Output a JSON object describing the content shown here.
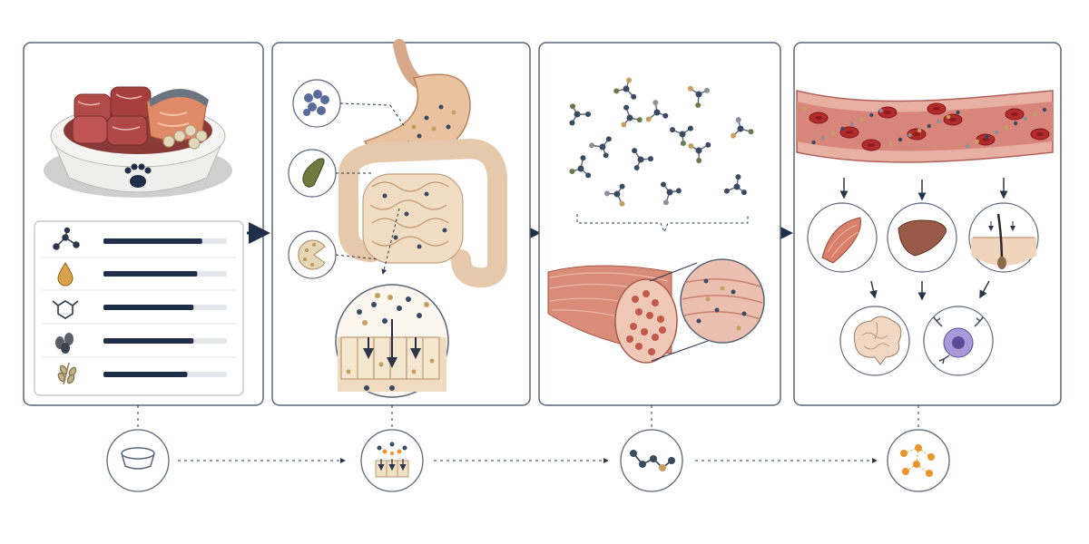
{
  "colors": {
    "navy": "#1f2f4a",
    "panel_border": "#5a6478",
    "meat": "#b34a4a",
    "salmon": "#e08a68",
    "gut": "#ecd2b8",
    "muscle": "#c97968",
    "vessel": "#c9524f",
    "rbc": "#b52a2a",
    "molecule_dark": "#3a4a60",
    "orange": "#e8962b",
    "amber": "#d9a24a"
  },
  "panels": [
    {
      "id": "diet",
      "nutrient_levels": [
        0.8,
        0.76,
        0.73,
        0.73,
        0.68
      ]
    },
    {
      "id": "digestion"
    },
    {
      "id": "absorption"
    },
    {
      "id": "distribution"
    }
  ],
  "icons": {
    "nutrients": [
      "amino-acid-icon",
      "oil-drop-icon",
      "ring-molecule-icon",
      "seeds-icon",
      "grain-icon"
    ],
    "digestion_organs": [
      "pancreas-icon",
      "gallbladder-icon",
      "enzyme-icon"
    ],
    "targets_top": [
      "muscle-icon",
      "liver-icon",
      "skin-hair-icon"
    ],
    "targets_bottom": [
      "brain-icon",
      "immune-cell-icon"
    ],
    "timeline": [
      "bowl-icon",
      "intestinal-absorption-icon",
      "peptide-chain-icon",
      "molecule-network-icon"
    ]
  }
}
